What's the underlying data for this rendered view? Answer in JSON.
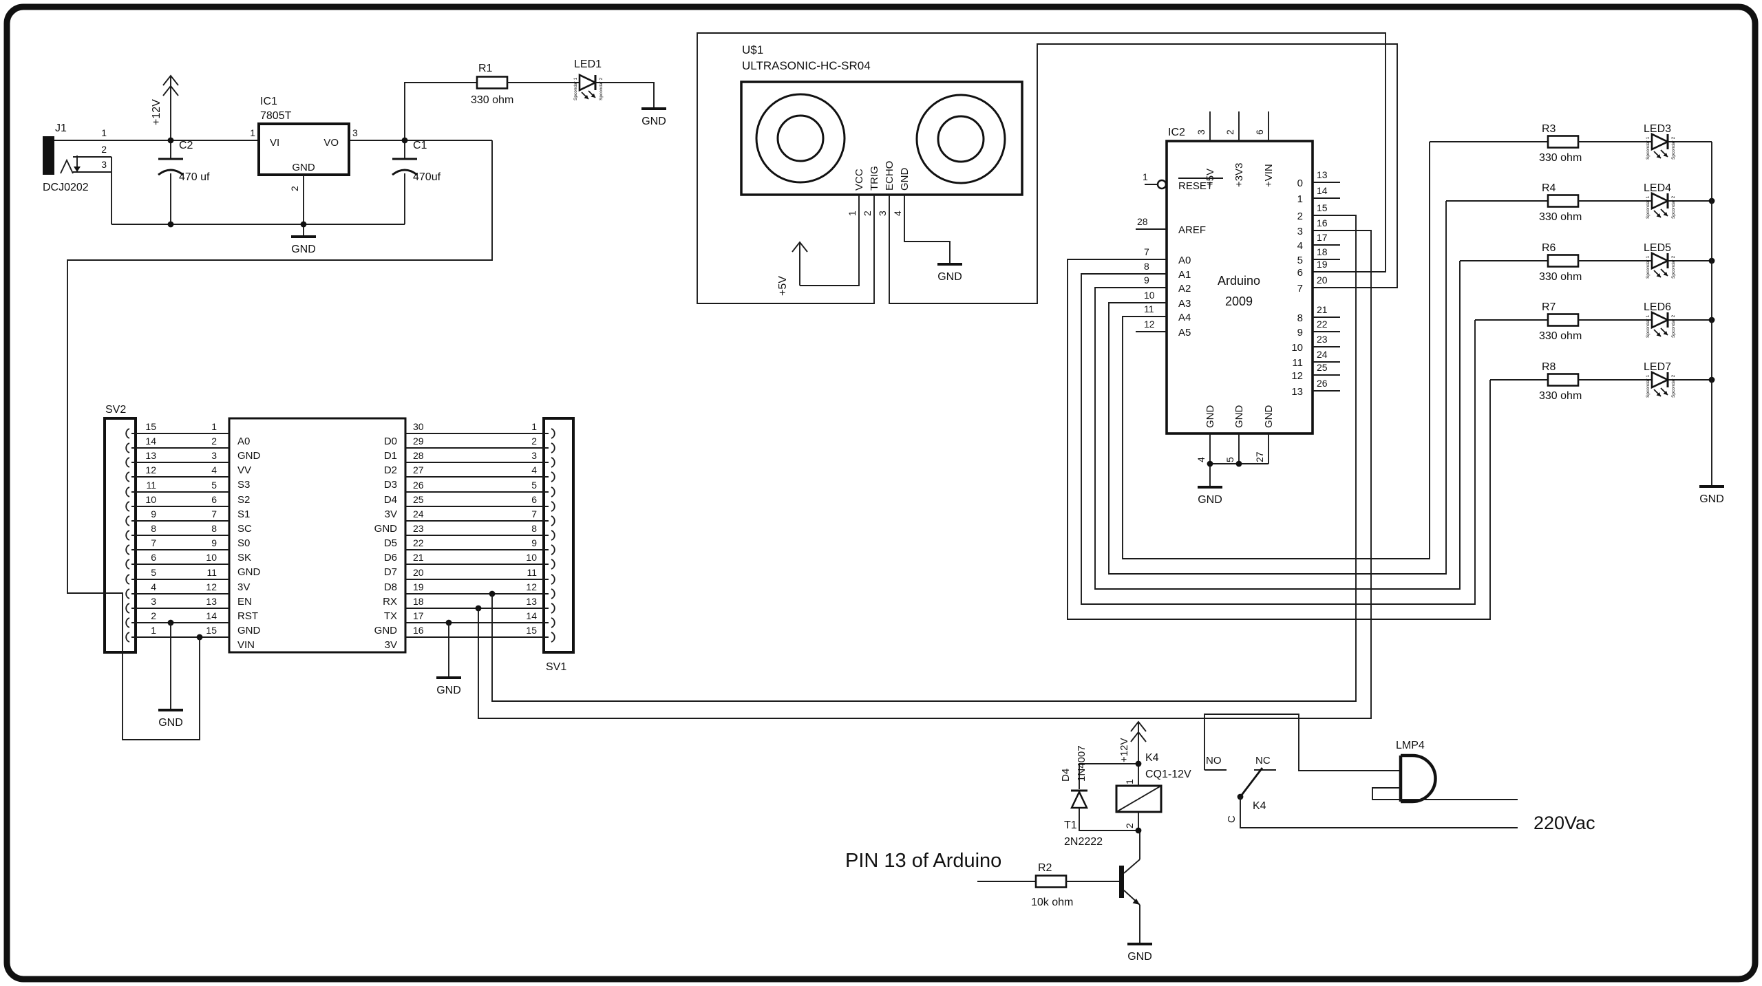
{
  "power_supply": {
    "j1": {
      "ref": "J1",
      "part": "DCJ0202",
      "pin_numbers": [
        "1",
        "2",
        "3"
      ]
    },
    "plus12v_label": "+12V",
    "c2": {
      "ref": "C2",
      "value": "470 uf"
    },
    "c1": {
      "ref": "C1",
      "value": "470uf"
    },
    "ic1": {
      "ref": "IC1",
      "part": "7805T",
      "pin_vi": "VI",
      "pin_vo": "VO",
      "pin_gnd": "GND",
      "num_vi": "1",
      "num_vo": "3",
      "num_gnd": "2"
    },
    "gnd_label": "GND",
    "r1": {
      "ref": "R1",
      "value": "330 ohm"
    },
    "led1": {
      "ref": "LED1"
    },
    "led1_gnd_label": "GND"
  },
  "ultrasonic": {
    "ref": "U$1",
    "part": "ULTRASONIC-HC-SR04",
    "pins": [
      "VCC",
      "TRIG",
      "ECHO",
      "GND"
    ],
    "pin_numbers": [
      "1",
      "2",
      "3",
      "4"
    ],
    "plus5v_label": "+5V",
    "gnd_label": "GND"
  },
  "arduino": {
    "ref": "IC2",
    "title": "Arduino",
    "subtitle": "2009",
    "top_pins": [
      {
        "num": "3",
        "name": "+5V"
      },
      {
        "num": "2",
        "name": "+3V3"
      },
      {
        "num": "6",
        "name": "+VIN"
      }
    ],
    "reset": {
      "num": "1",
      "name": "RESET"
    },
    "aref": {
      "num": "28",
      "name": "AREF"
    },
    "analog_pins": [
      {
        "num": "7",
        "name": "A0"
      },
      {
        "num": "8",
        "name": "A1"
      },
      {
        "num": "9",
        "name": "A2"
      },
      {
        "num": "10",
        "name": "A3"
      },
      {
        "num": "11",
        "name": "A4"
      },
      {
        "num": "12",
        "name": "A5"
      }
    ],
    "digital_pins": [
      {
        "num": "13",
        "name": "0"
      },
      {
        "num": "14",
        "name": "1"
      },
      {
        "num": "15",
        "name": "2"
      },
      {
        "num": "16",
        "name": "3"
      },
      {
        "num": "17",
        "name": "4"
      },
      {
        "num": "18",
        "name": "5"
      },
      {
        "num": "19",
        "name": "6"
      },
      {
        "num": "20",
        "name": "7"
      },
      {
        "num": "21",
        "name": "8"
      },
      {
        "num": "22",
        "name": "9"
      },
      {
        "num": "23",
        "name": "10"
      },
      {
        "num": "24",
        "name": "11"
      },
      {
        "num": "25",
        "name": "12"
      },
      {
        "num": "26",
        "name": "13"
      }
    ],
    "gnd_pins": [
      {
        "num": "4",
        "name": "GND"
      },
      {
        "num": "5",
        "name": "GND"
      },
      {
        "num": "27",
        "name": "GND"
      }
    ],
    "gnd_label": "GND"
  },
  "led_array": {
    "rows": [
      {
        "res_ref": "R3",
        "res_value": "330 ohm",
        "led_ref": "LED3"
      },
      {
        "res_ref": "R4",
        "res_value": "330 ohm",
        "led_ref": "LED4"
      },
      {
        "res_ref": "R6",
        "res_value": "330 ohm",
        "led_ref": "LED5"
      },
      {
        "res_ref": "R7",
        "res_value": "330 ohm",
        "led_ref": "LED6"
      },
      {
        "res_ref": "R8",
        "res_value": "330 ohm",
        "led_ref": "LED7"
      }
    ],
    "gnd_label": "GND",
    "led_pin_label_a": "Spcondar 1",
    "led_pin_label_b": "Spcondar 2"
  },
  "module_block": {
    "sv2_ref": "SV2",
    "sv1_ref": "SV1",
    "rows": [
      {
        "sv2_left": "15",
        "sv2_right": "1",
        "left_name": "A0",
        "mod_right": "30",
        "sv1_left": "1",
        "right_name": "D0"
      },
      {
        "sv2_left": "14",
        "sv2_right": "2",
        "left_name": "GND",
        "mod_right": "29",
        "sv1_left": "2",
        "right_name": "D1"
      },
      {
        "sv2_left": "13",
        "sv2_right": "3",
        "left_name": "VV",
        "mod_right": "28",
        "sv1_left": "3",
        "right_name": "D2"
      },
      {
        "sv2_left": "12",
        "sv2_right": "4",
        "left_name": "S3",
        "mod_right": "27",
        "sv1_left": "4",
        "right_name": "D3"
      },
      {
        "sv2_left": "11",
        "sv2_right": "5",
        "left_name": "S2",
        "mod_right": "26",
        "sv1_left": "5",
        "right_name": "D4"
      },
      {
        "sv2_left": "10",
        "sv2_right": "6",
        "left_name": "S1",
        "mod_right": "25",
        "sv1_left": "6",
        "right_name": "3V"
      },
      {
        "sv2_left": "9",
        "sv2_right": "7",
        "left_name": "SC",
        "mod_right": "24",
        "sv1_left": "7",
        "right_name": "GND"
      },
      {
        "sv2_left": "8",
        "sv2_right": "8",
        "left_name": "S0",
        "mod_right": "23",
        "sv1_left": "8",
        "right_name": "D5"
      },
      {
        "sv2_left": "7",
        "sv2_right": "9",
        "left_name": "SK",
        "mod_right": "22",
        "sv1_left": "9",
        "right_name": "D6"
      },
      {
        "sv2_left": "6",
        "sv2_right": "10",
        "left_name": "GND",
        "mod_right": "21",
        "sv1_left": "10",
        "right_name": "D7"
      },
      {
        "sv2_left": "5",
        "sv2_right": "11",
        "left_name": "3V",
        "mod_right": "20",
        "sv1_left": "11",
        "right_name": "D8"
      },
      {
        "sv2_left": "4",
        "sv2_right": "12",
        "left_name": "EN",
        "mod_right": "19",
        "sv1_left": "12",
        "right_name": "RX"
      },
      {
        "sv2_left": "3",
        "sv2_right": "13",
        "left_name": "RST",
        "mod_right": "18",
        "sv1_left": "13",
        "right_name": "TX"
      },
      {
        "sv2_left": "2",
        "sv2_right": "14",
        "left_name": "GND",
        "mod_right": "17",
        "sv1_left": "14",
        "right_name": "GND"
      },
      {
        "sv2_left": "1",
        "sv2_right": "15",
        "left_name": "VIN",
        "mod_right": "16",
        "sv1_left": "15",
        "right_name": "3V"
      }
    ],
    "sv2_gnd_label": "GND",
    "sv1_gnd_label": "GND"
  },
  "relay_circuit": {
    "pin13_text": "PIN 13 of Arduino",
    "r2": {
      "ref": "R2",
      "value": "10k ohm"
    },
    "t1": {
      "ref": "T1",
      "part": "2N2222"
    },
    "d4": {
      "ref": "D4",
      "part": "1N4007"
    },
    "plus12v_label": "+12V",
    "k4_coil": {
      "ref": "K4",
      "part": "CQ1-12V",
      "pin_numbers": [
        "1",
        "2"
      ]
    },
    "k4_contacts": {
      "ref": "K4",
      "no": "NO",
      "nc": "NC",
      "c": "C"
    },
    "lamp": {
      "ref": "LMP4"
    },
    "mains_label": "220Vac",
    "gnd_label": "GND"
  }
}
